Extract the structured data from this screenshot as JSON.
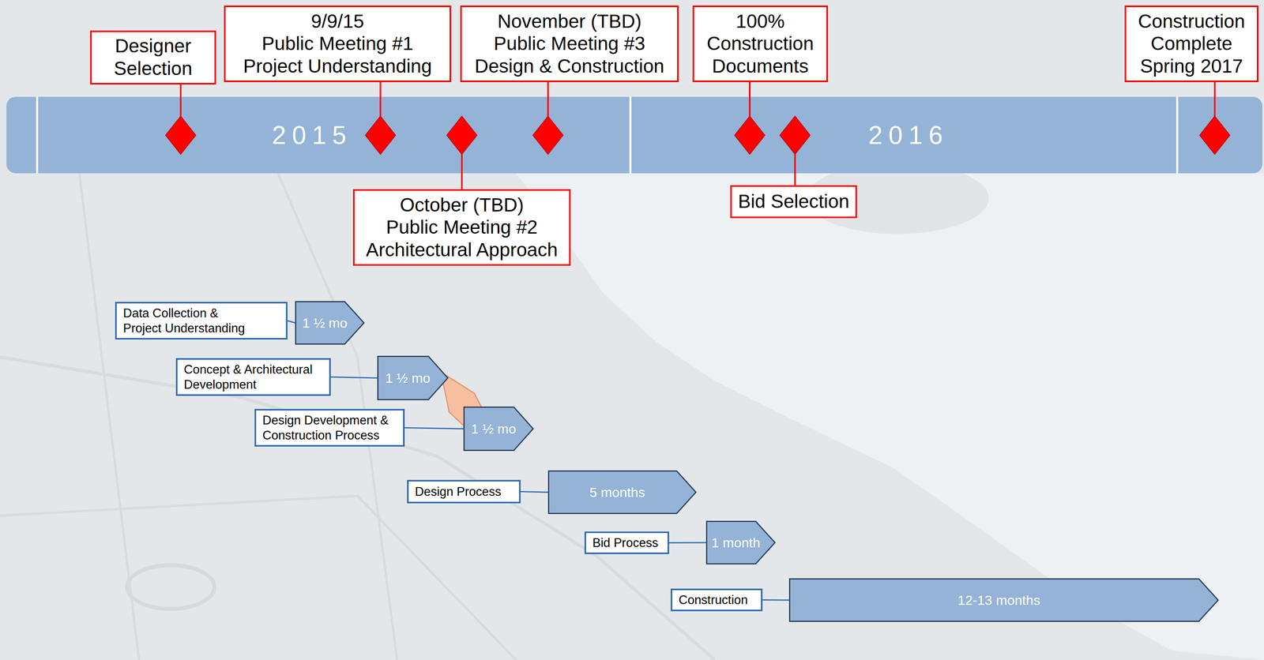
{
  "diagram": {
    "nodes": [
      {
        "text": [
          "Designer Selection"
        ]
      },
      {
        "text": [
          "9/9/15",
          "Public Meeting #1",
          "Project Understanding"
        ]
      },
      {
        "text": [
          "November (TBD)",
          "Public Meeting #3",
          "Design & Construction"
        ]
      },
      {
        "text": [
          "100% Construction Documents"
        ]
      },
      {
        "text": [
          "Construction Complete Spring 2017"
        ]
      },
      {
        "text": [
          "2015",
          "2016"
        ]
      },
      {
        "text": [
          "October (TBD)",
          "Public Meeting #2",
          "Architectural Approach"
        ]
      },
      {
        "text": [
          "Bid Selection"
        ]
      },
      {
        "text": [
          "Data Collection & Project Understanding"
        ]
      },
      {
        "text": [
          "1 ½ mo"
        ]
      },
      {
        "text": [
          "Concept & Architectural Development"
        ]
      },
      {
        "text": [
          "1 ½ mo"
        ]
      },
      {
        "text": [
          "Design Development & Construction Process"
        ]
      },
      {
        "text": [
          "1 ½ mo"
        ]
      },
      {
        "text": [
          "Design Process"
        ]
      },
      {
        "text": [
          "5 months"
        ]
      },
      {
        "text": [
          "Bid Process"
        ]
      },
      {
        "text": [
          "1 month"
        ]
      },
      {
        "text": [
          "Construction"
        ]
      },
      {
        "text": [
          "12-13 months"
        ]
      }
    ],
    "edges": [
      {
        "from": 8,
        "to": 9,
        "arrow": "none"
      },
      {
        "from": 10,
        "to": 11,
        "arrow": "none"
      },
      {
        "from": 12,
        "to": 13,
        "arrow": "none"
      },
      {
        "from": 14,
        "to": 15,
        "arrow": "none"
      },
      {
        "from": 16,
        "to": 17,
        "arrow": "none"
      },
      {
        "from": 18,
        "to": 19,
        "arrow": "none"
      }
    ]
  }
}
